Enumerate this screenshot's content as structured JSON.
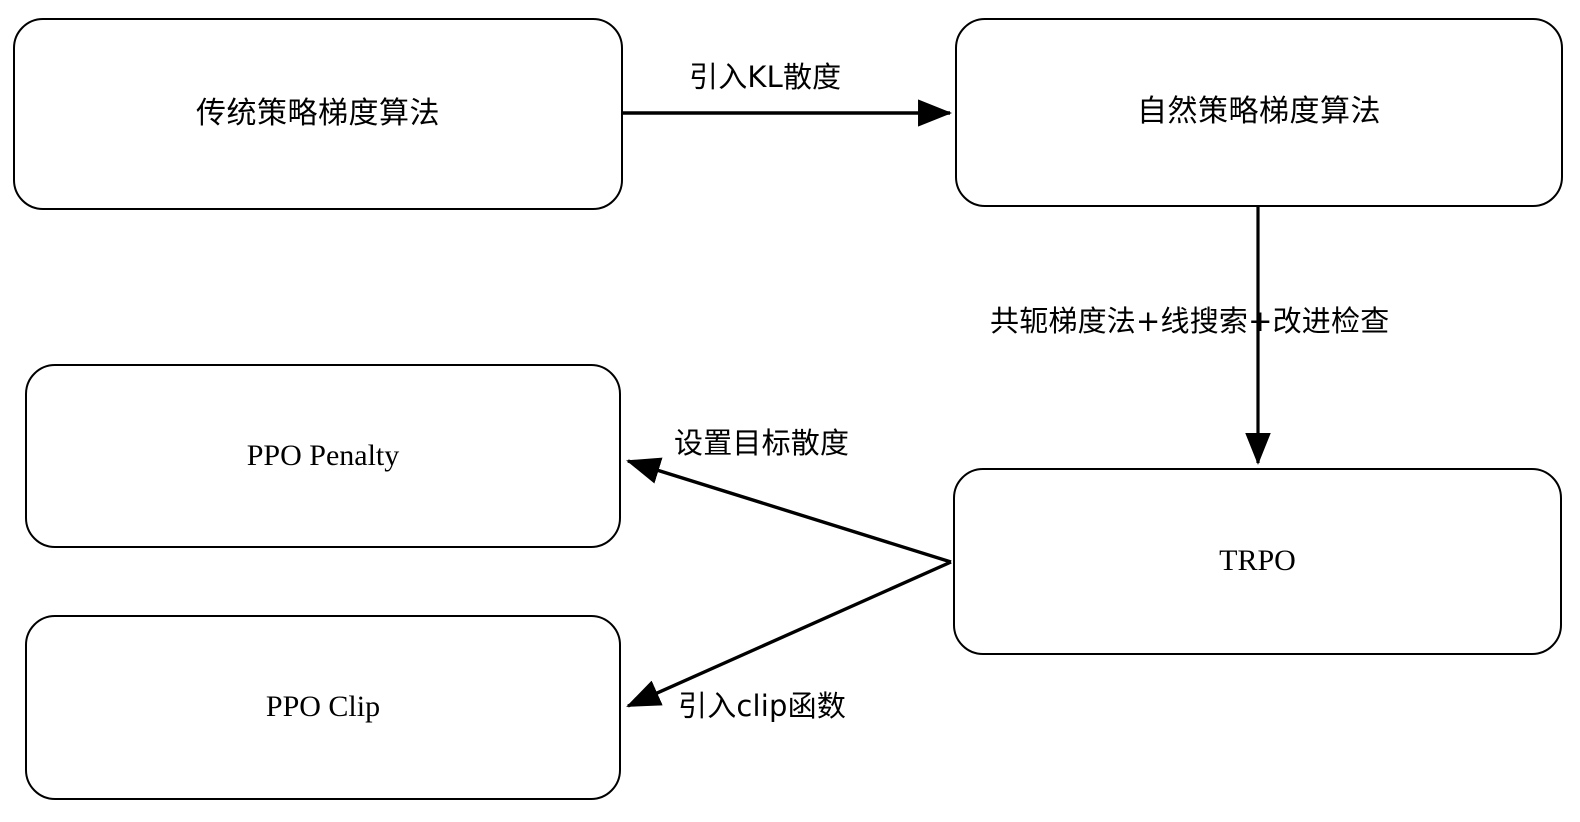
{
  "diagram": {
    "title": "Policy Gradient Algorithm Evolution Flowchart",
    "stroke_color": "#000000",
    "background_color": "#ffffff",
    "nodes": [
      {
        "id": "traditional-pg",
        "label": "传统策略梯度算法",
        "script": "cjk"
      },
      {
        "id": "natural-pg",
        "label": "自然策略梯度算法",
        "script": "cjk"
      },
      {
        "id": "ppo-penalty",
        "label": "PPO Penalty",
        "script": "latin"
      },
      {
        "id": "ppo-clip",
        "label": "PPO Clip",
        "script": "latin"
      },
      {
        "id": "trpo",
        "label": "TRPO",
        "script": "latin"
      }
    ],
    "edges": [
      {
        "id": "kl",
        "from": "traditional-pg",
        "to": "natural-pg",
        "label": "引入KL散度"
      },
      {
        "id": "conjugate",
        "from": "natural-pg",
        "to": "trpo",
        "label": "共轭梯度法+线搜索+改进检查"
      },
      {
        "id": "target-kl",
        "from": "trpo",
        "to": "ppo-penalty",
        "label": "设置目标散度"
      },
      {
        "id": "clip",
        "from": "trpo",
        "to": "ppo-clip",
        "label": "引入clip函数"
      }
    ]
  }
}
